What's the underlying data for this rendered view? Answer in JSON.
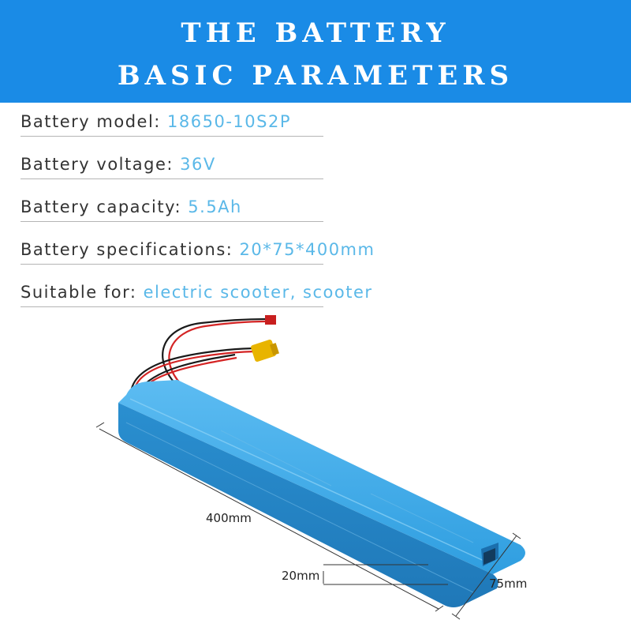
{
  "banner": {
    "line1": "THE BATTERY",
    "line2": "BASIC PARAMETERS",
    "bg_color": "#1a8be6"
  },
  "specs": [
    {
      "label": "Battery model: ",
      "value": "18650-10S2P"
    },
    {
      "label": "Battery voltage: ",
      "value": "36V"
    },
    {
      "label": "Battery capacity: ",
      "value": "5.5Ah"
    },
    {
      "label": "Battery specifications: ",
      "value": "20*75*400mm"
    },
    {
      "label": "Suitable for: ",
      "value": "electric scooter, scooter"
    }
  ],
  "colors": {
    "label": "#333333",
    "value": "#5ab8e8",
    "battery": "#2f9ee0"
  },
  "dimensions": {
    "length": "400mm",
    "thickness": "20mm",
    "width": "75mm"
  }
}
